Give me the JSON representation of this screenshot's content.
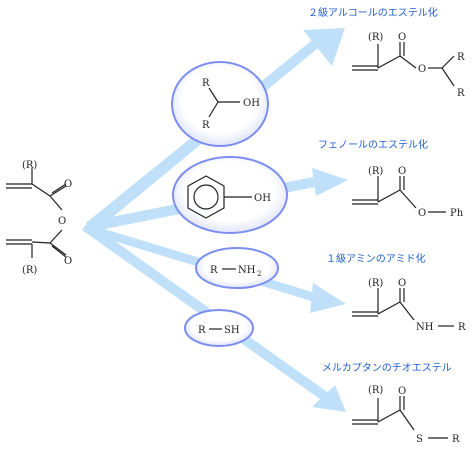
{
  "colors": {
    "arrow": "#bfe0f8",
    "circle_stroke": "#7d8ef0",
    "circle_fill_inner": "#ffffff",
    "circle_fill_outer": "#dfe3fa",
    "heading": "#1f5fd0",
    "bond": "#222222"
  },
  "reactions": [
    {
      "title": "２級アルコールのエステル化",
      "reagent_name": "secondary-alcohol"
    },
    {
      "title": "フェノールのエステル化",
      "reagent_name": "phenol"
    },
    {
      "title": "１級アミンのアミド化",
      "reagent_name": "primary-amine"
    },
    {
      "title": "メルカプタンのチオエステル",
      "reagent_name": "mercaptan"
    }
  ],
  "atoms": {
    "R": "R",
    "R_paren": "(R)",
    "O": "O",
    "OH": "OH",
    "NH2_main": "NH",
    "NH2_sub": "2",
    "SH": "SH",
    "NH": "NH",
    "S": "S",
    "Ph": "Ph",
    "dash": "—"
  }
}
